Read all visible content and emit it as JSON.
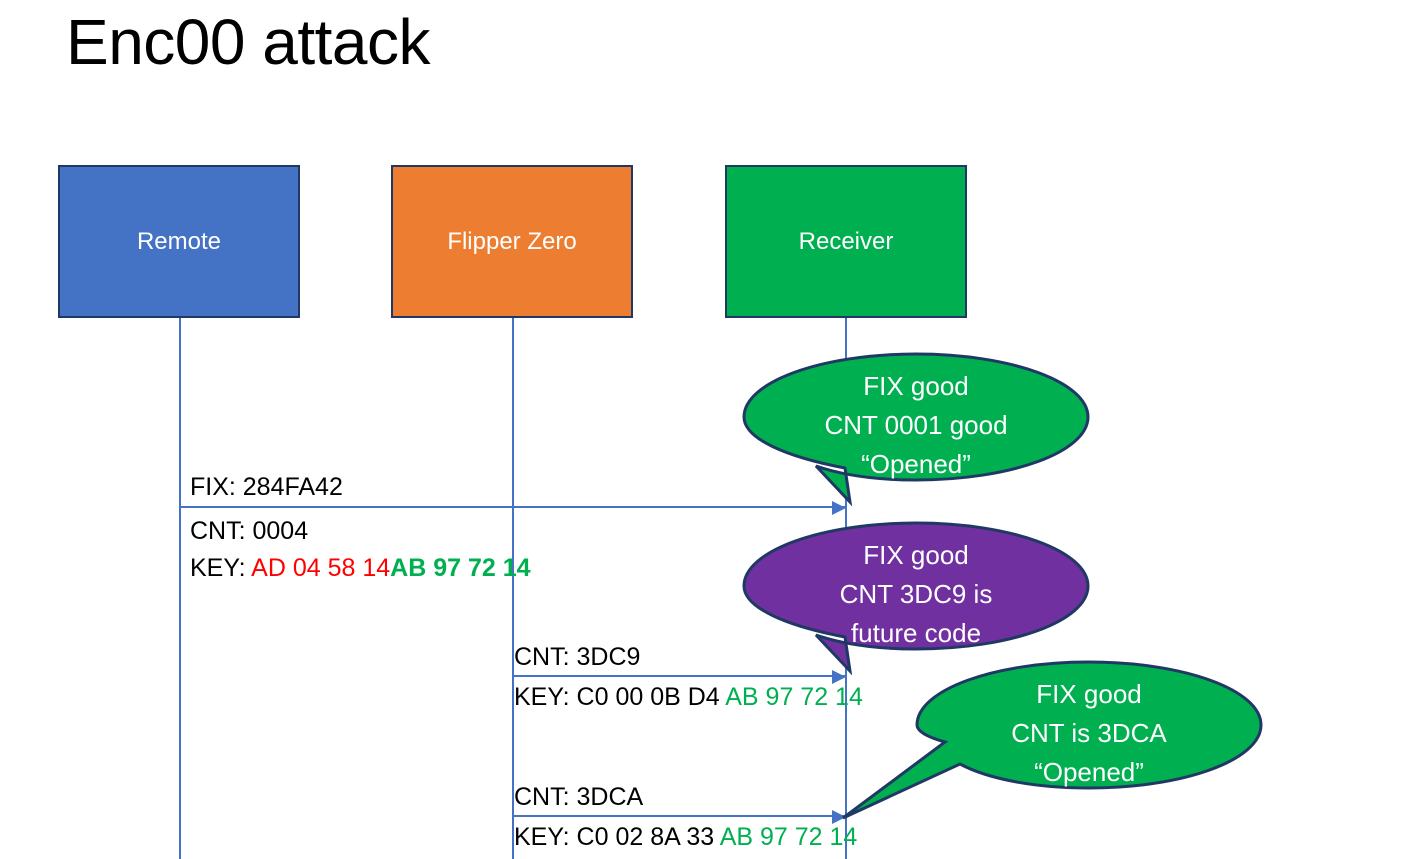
{
  "slide": {
    "title": "Enc00 attack",
    "background": "#FFFFFF"
  },
  "colors": {
    "remote": "#4472C4",
    "flipper": "#ED7D31",
    "receiver": "#00B050",
    "future_code": "#7030A0",
    "outline": "#1F3864",
    "lifeline": "#4472C4",
    "hex_red": "#FF0000",
    "hex_green": "#00B050"
  },
  "actors": [
    {
      "id": "remote",
      "label": "Remote"
    },
    {
      "id": "flipper",
      "label": "Flipper Zero"
    },
    {
      "id": "receiver",
      "label": "Receiver"
    }
  ],
  "messages": {
    "fix_line": "FIX: 284FA42",
    "cnt_0004": "CNT: 0004",
    "key1_prefix": "KEY: ",
    "key1_red": "AD 04 58 14",
    "key1_green": "AB 97 72 14",
    "cnt_3dc9": "CNT: 3DC9",
    "key2_prefix": "KEY: C0 00 0B D4 ",
    "key2_green": "AB 97 72 14",
    "cnt_3dca": "CNT: 3DCA",
    "key3_prefix": "KEY: C0 02 8A 33 ",
    "key3_green": "AB 97 72 14"
  },
  "callouts": [
    {
      "id": "callout-1",
      "fill": "#00B050",
      "lines": [
        "FIX good",
        "CNT 0001 good",
        "“Opened”"
      ]
    },
    {
      "id": "callout-2",
      "fill": "#7030A0",
      "lines": [
        "FIX good",
        "CNT 3DC9 is",
        "future code"
      ]
    },
    {
      "id": "callout-3",
      "fill": "#00B050",
      "lines": [
        "FIX good",
        "CNT is 3DCA",
        "“Opened”"
      ]
    }
  ]
}
